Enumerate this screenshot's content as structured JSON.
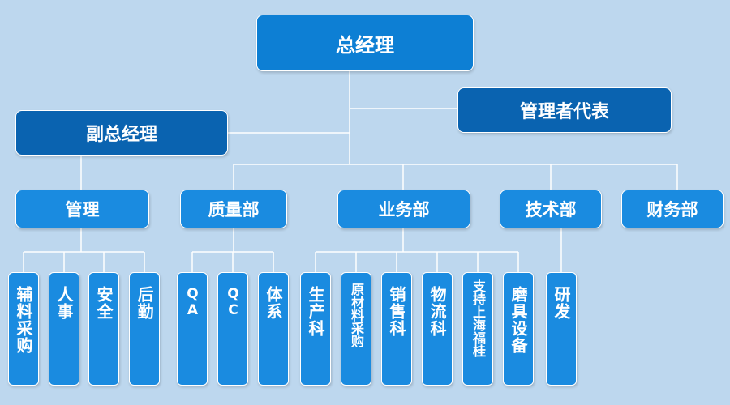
{
  "root": "总经理",
  "deputy": "副总经理",
  "management_rep": "管理者代表",
  "departments": {
    "management": "管理",
    "quality": "质量部",
    "business": "业务部",
    "technical": "技术部",
    "finance": "财务部"
  },
  "subunits": {
    "management": [
      "辅料采购",
      "人事",
      "安全",
      "后勤"
    ],
    "quality": [
      "QA",
      "QC",
      "体系"
    ],
    "business": [
      "生产科",
      "原材料采购",
      "销售科",
      "物流科",
      "支持上海福桂",
      "磨具设备"
    ],
    "technical": [
      "研发"
    ]
  },
  "colors": {
    "background": "#bdd7ee",
    "root_box": "#0d7fd4",
    "second_level_box": "#0a63b0",
    "department_box": "#1a8be0",
    "connector": "#ffffff"
  }
}
